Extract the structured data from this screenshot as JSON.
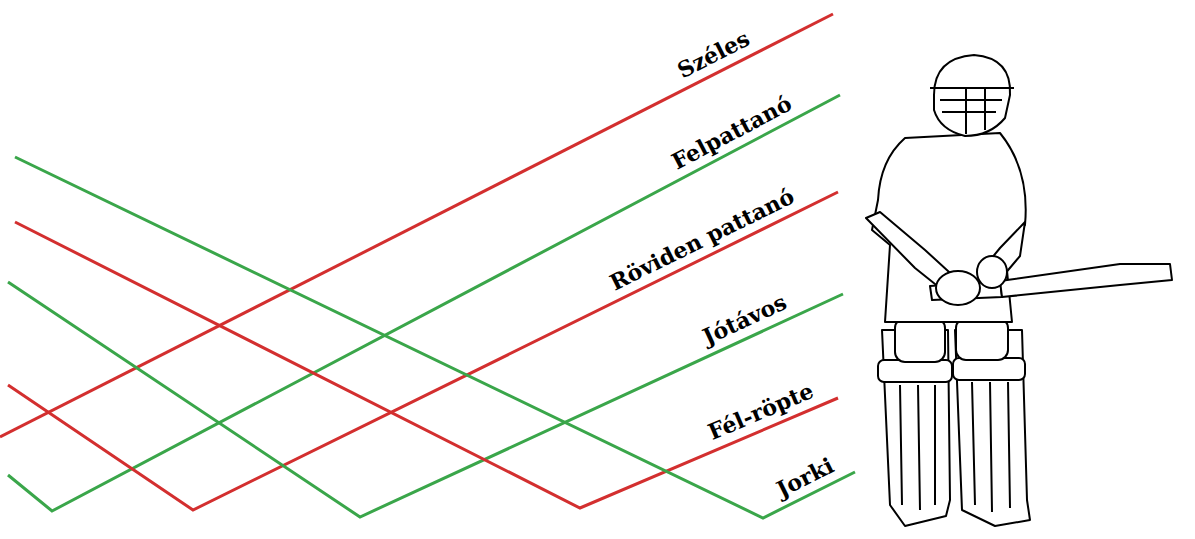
{
  "diagram": {
    "labels": [
      "Széles",
      "Felpattanó",
      "Röviden pattanó",
      "Jótávos",
      "Fél-röpte",
      "Jorki"
    ]
  }
}
